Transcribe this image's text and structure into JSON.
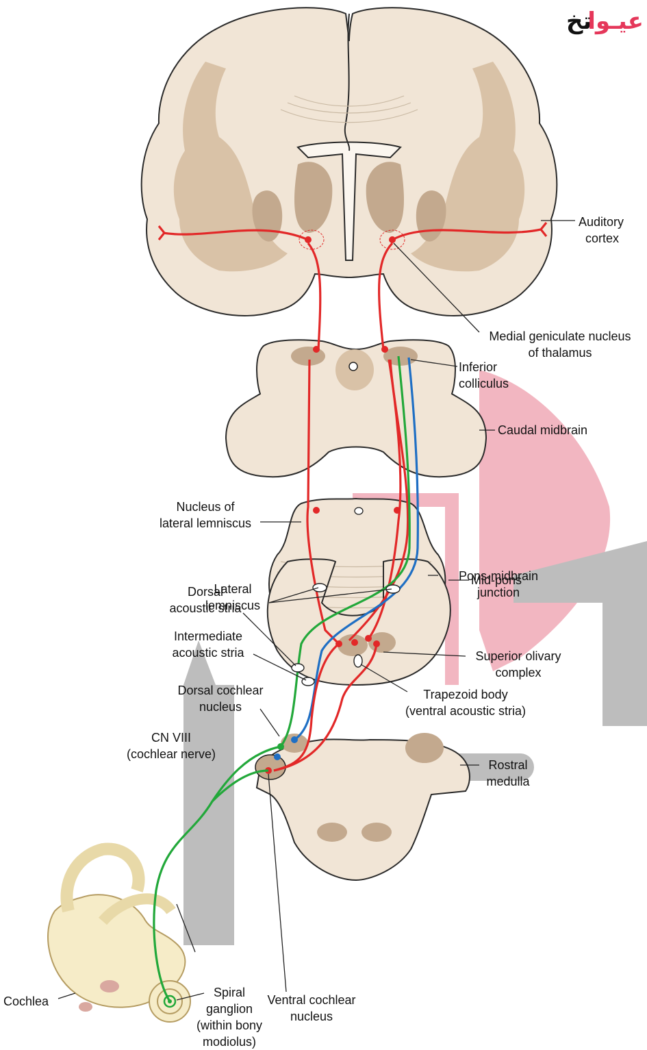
{
  "watermark": {
    "text_red": "عیـوا",
    "text_black": "تخ",
    "colors": {
      "pink": "#f2b6c1",
      "gray": "#bdbdbd",
      "red": "#e5375a"
    }
  },
  "colors": {
    "pathway_red": "#e22828",
    "pathway_green": "#22a83a",
    "pathway_blue": "#1f6fc4",
    "tissue": "#f1e5d6",
    "gray_matter": "#d9c2a7"
  },
  "labels": {
    "auditory_cortex": [
      "Auditory",
      "cortex"
    ],
    "medial_geniculate": [
      "Medial geniculate nucleus",
      "of thalamus"
    ],
    "inferior_colliculus": [
      "Inferior",
      "colliculus"
    ],
    "caudal_midbrain": [
      "Caudal midbrain"
    ],
    "nucleus_lateral_lemniscus": [
      "Nucleus of",
      "lateral lemniscus"
    ],
    "pons_midbrain": [
      "Pons-midbrain",
      "junction"
    ],
    "lateral_lemniscus": [
      "Lateral",
      "lemniscus"
    ],
    "mid_pons": [
      "Mid-pons"
    ],
    "dorsal_acoustic_stria": [
      "Dorsal",
      "acoustic stria"
    ],
    "intermediate_acoustic_stria": [
      "Intermediate",
      "acoustic stria"
    ],
    "superior_olivary": [
      "Superior olivary",
      "complex"
    ],
    "trapezoid_body": [
      "Trapezoid body",
      "(ventral acoustic stria)"
    ],
    "dorsal_cochlear": [
      "Dorsal cochlear",
      "nucleus"
    ],
    "cn_viii": [
      "CN VIII",
      "(cochlear nerve)"
    ],
    "rostral_medulla": [
      "Rostral",
      "medulla"
    ],
    "cochlea": [
      "Cochlea"
    ],
    "spiral_ganglion": [
      "Spiral",
      "ganglion",
      "(within bony",
      "modiolus)"
    ],
    "ventral_cochlear": [
      "Ventral cochlear",
      "nucleus"
    ]
  }
}
